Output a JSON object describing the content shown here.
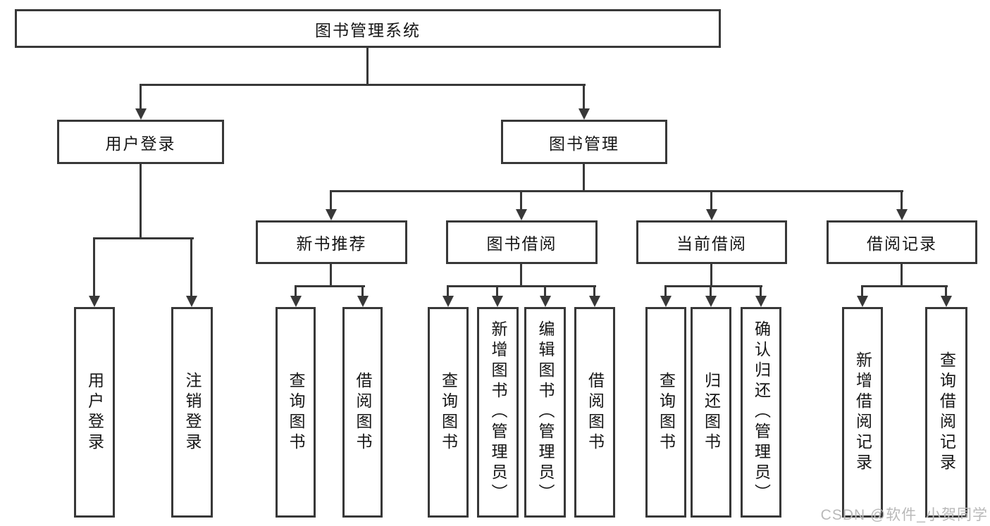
{
  "diagram": {
    "title_node": {
      "label": "图书管理系统"
    },
    "level2": [
      {
        "label": "用户登录"
      },
      {
        "label": "图书管理"
      }
    ],
    "level3": [
      {
        "label": "新书推荐"
      },
      {
        "label": "图书借阅"
      },
      {
        "label": "当前借阅"
      },
      {
        "label": "借阅记录"
      }
    ],
    "leaves": {
      "user_login": [
        "用户登录",
        "注销登录"
      ],
      "new_books": [
        "查询图书",
        "借阅图书"
      ],
      "book_borrow": [
        "查询图书",
        "新增图书（管理员）",
        "编辑图书（管理员）",
        "借阅图书"
      ],
      "current_borrow": [
        "查询图书",
        "归还图书",
        "确认归还（管理员）"
      ],
      "borrow_records": [
        "新增借阅记录",
        "查询借阅记录"
      ]
    }
  },
  "watermark": {
    "text": "CSDN @软件_小贺同学",
    "color": "#b9b9b9"
  },
  "colors": {
    "line": "#383838",
    "text": "#161616",
    "background": "#ffffff"
  }
}
